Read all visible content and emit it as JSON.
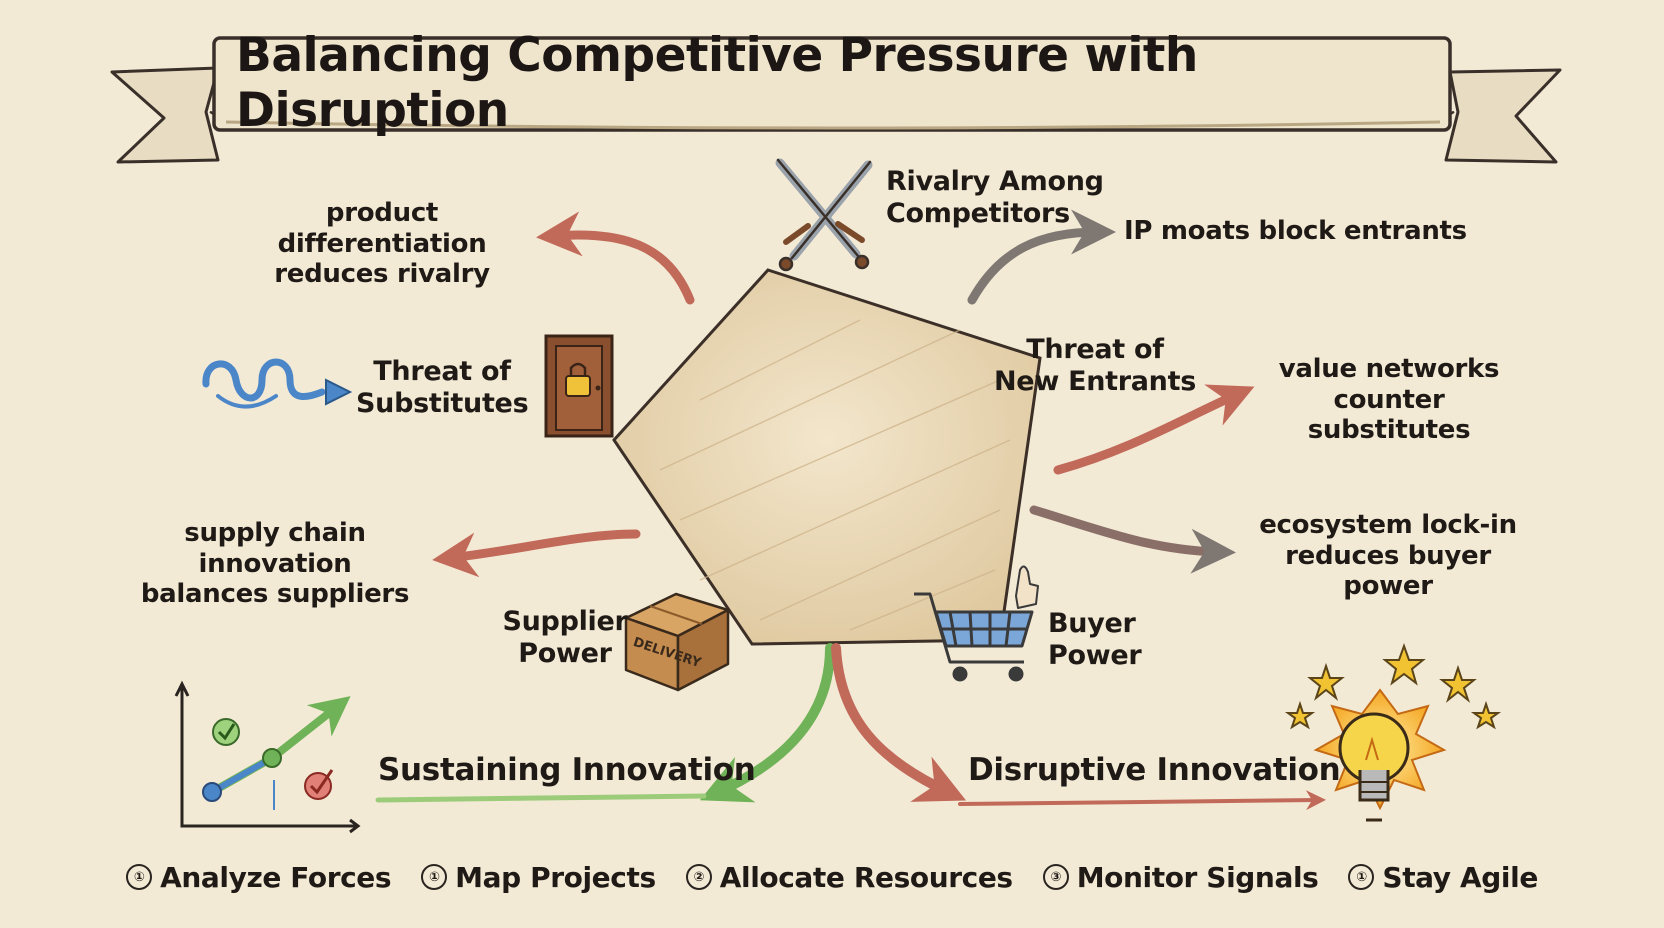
{
  "title": "Balancing Competitive Pressure with Disruption",
  "forces": {
    "rivalry": [
      "Rivalry Among",
      "Competitors"
    ],
    "new_entrants": [
      "Threat of",
      "New Entrants"
    ],
    "substitutes": [
      "Threat of",
      "Substitutes"
    ],
    "supplier": [
      "Supplier",
      "Power"
    ],
    "buyer": [
      "Buyer",
      "Power"
    ]
  },
  "strategies": {
    "differentiation": [
      "product differentiation",
      "reduces rivalry"
    ],
    "ip_moats": [
      "IP moats block entrants"
    ],
    "value_networks": [
      "value networks",
      "counter substitutes"
    ],
    "supply_chain": [
      "supply chain innovation",
      "balances suppliers"
    ],
    "ecosystem": [
      "ecosystem lock-in",
      "reduces buyer power"
    ]
  },
  "box_label": "DELIVERY",
  "innovation": {
    "sustaining": "Sustaining Innovation",
    "disruptive": "Disruptive Innovation"
  },
  "steps": [
    {
      "marker": "①",
      "label": "Analyze Forces"
    },
    {
      "marker": "①",
      "label": "Map Projects"
    },
    {
      "marker": "②",
      "label": "Allocate Resources"
    },
    {
      "marker": "③",
      "label": "Monitor Signals"
    },
    {
      "marker": "①",
      "label": "Stay Agile"
    }
  ],
  "colors": {
    "background": "#f3ead6",
    "pentagon": "#e6d2ad",
    "red_arrow": "#c26a5a",
    "gray_arrow": "#7f7872",
    "green": "#6fb257",
    "blue": "#4a86c8",
    "gold": "#f1c232"
  }
}
